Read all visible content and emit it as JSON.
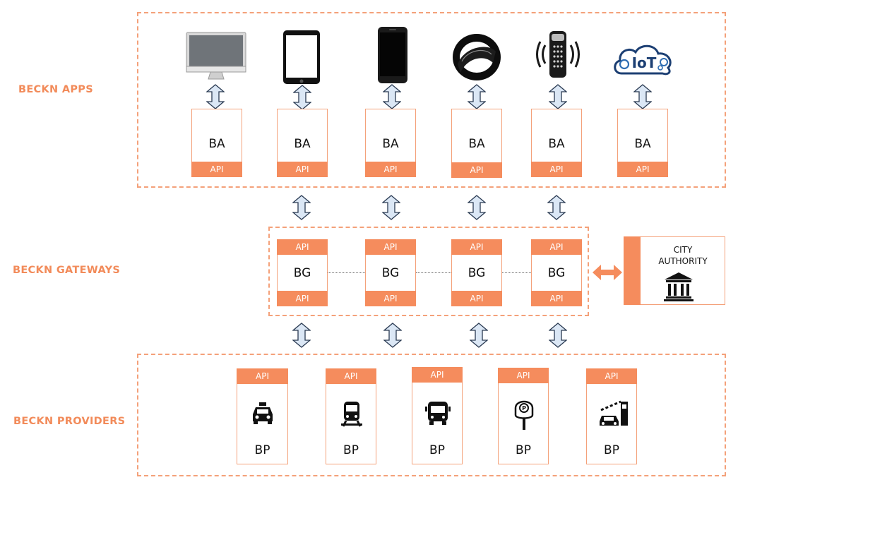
{
  "layers": {
    "apps": "BECKN APPS",
    "gateways": "BECKN GATEWAYS",
    "providers": "BECKN PROVIDERS"
  },
  "devices": [
    {
      "icon": "desktop-monitor-icon"
    },
    {
      "icon": "tablet-icon"
    },
    {
      "icon": "smartphone-icon"
    },
    {
      "icon": "smart-band-icon"
    },
    {
      "icon": "smart-speaker-icon"
    },
    {
      "icon": "iot-cloud-icon",
      "text": "IoT"
    }
  ],
  "apps": [
    {
      "label": "BA",
      "api": "API"
    },
    {
      "label": "BA",
      "api": "API"
    },
    {
      "label": "BA",
      "api": "API"
    },
    {
      "label": "BA",
      "api": "API"
    },
    {
      "label": "BA",
      "api": "API"
    },
    {
      "label": "BA",
      "api": "API"
    }
  ],
  "gateways": [
    {
      "label": "BG",
      "api_top": "API",
      "api_bottom": "API"
    },
    {
      "label": "BG",
      "api_top": "API",
      "api_bottom": "API"
    },
    {
      "label": "BG",
      "api_top": "API",
      "api_bottom": "API"
    },
    {
      "label": "BG",
      "api_top": "API",
      "api_bottom": "API"
    }
  ],
  "city_authority": {
    "line1": "CITY",
    "line2": "AUTHORITY",
    "icon": "government-building-icon"
  },
  "providers": [
    {
      "label": "BP",
      "api": "API",
      "icon": "taxi-icon"
    },
    {
      "label": "BP",
      "api": "API",
      "icon": "train-icon"
    },
    {
      "label": "BP",
      "api": "API",
      "icon": "bus-icon"
    },
    {
      "label": "BP",
      "api": "API",
      "icon": "parking-meter-icon"
    },
    {
      "label": "BP",
      "api": "API",
      "icon": "parking-gate-icon"
    }
  ],
  "colors": {
    "accent": "#f58c5d",
    "border": "#f4a17a",
    "arrow_fill": "#dbe7f5",
    "arrow_stroke": "#2a3a52"
  }
}
